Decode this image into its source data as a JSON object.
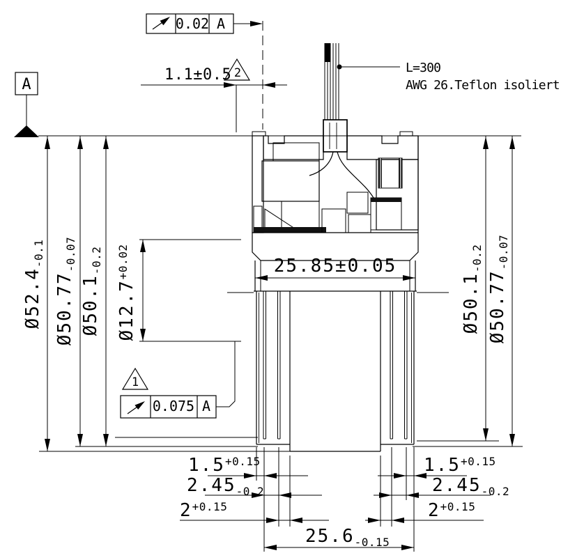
{
  "drawing": {
    "wire_note": {
      "line1": "L=300",
      "line2": "AWG 26.Teflon isoliert"
    },
    "datum_flag": "A",
    "fcf_top": {
      "symbol": "circular-runout-arrow",
      "value": "0.02",
      "datum": "A"
    },
    "fcf_bottom": {
      "symbol": "circular-runout-arrow",
      "value": "0.075",
      "datum": "A"
    },
    "note_flag_top": "2",
    "note_flag_bottom": "1",
    "dims": {
      "gap": "1.1±0.5",
      "flange_width": "25.85±0.05",
      "left": [
        {
          "main": "Ø52.4",
          "tol": "-0.1"
        },
        {
          "main": "Ø50.77",
          "tol": "-0.07"
        },
        {
          "main": "Ø50.1",
          "tol": "-0.2"
        },
        {
          "main": "Ø12.7",
          "tol": "+0.02"
        }
      ],
      "right": [
        {
          "main": "Ø50.1",
          "tol": "-0.2"
        },
        {
          "main": "Ø50.77",
          "tol": "-0.07"
        }
      ],
      "bottom_left": [
        {
          "main": "1.5",
          "tol": "+0.15"
        },
        {
          "main": "2.45",
          "tol": "-0.2"
        },
        {
          "main": "2",
          "tol": "+0.15"
        }
      ],
      "bottom_right": [
        {
          "main": "1.5",
          "tol": "+0.15"
        },
        {
          "main": "2.45",
          "tol": "-0.2"
        },
        {
          "main": "2",
          "tol": "+0.15"
        }
      ],
      "overall": {
        "main": "25.6",
        "tol": "-0.15"
      }
    },
    "colors": {
      "ink": "#000000",
      "paper": "#ffffff"
    }
  }
}
